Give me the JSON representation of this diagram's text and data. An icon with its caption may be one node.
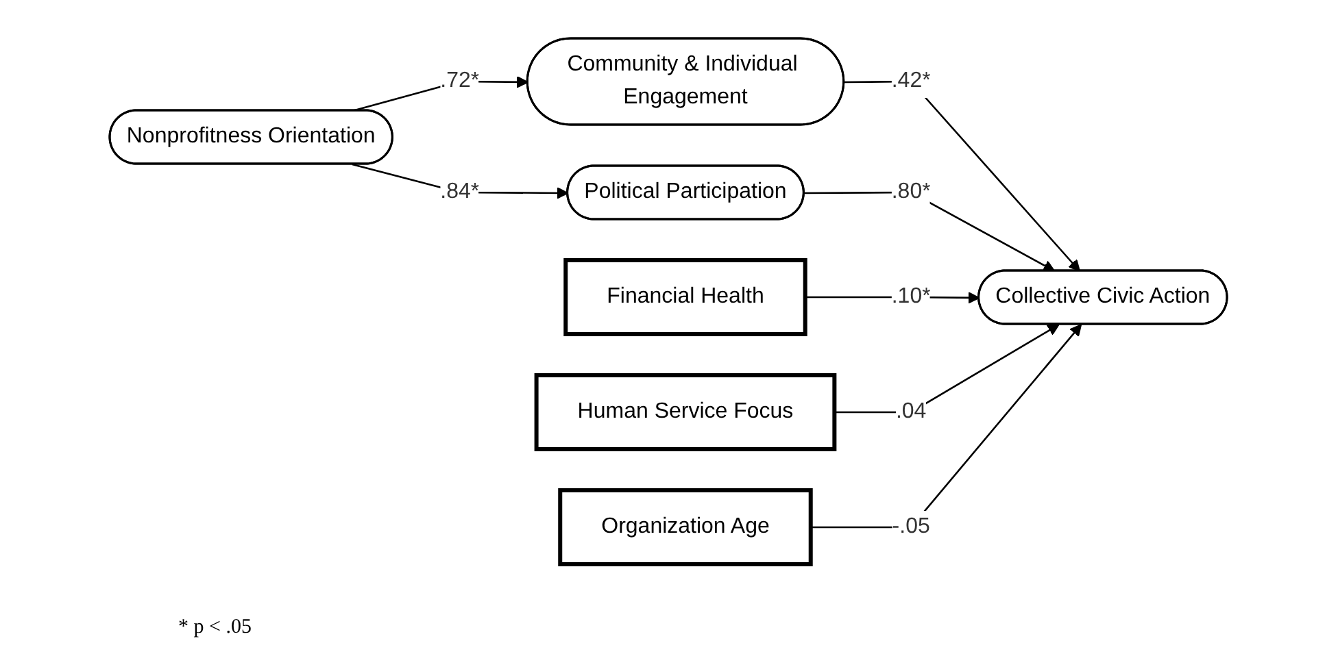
{
  "diagram": {
    "nodes": [
      {
        "text": [
          "Nonprofitness Orientation"
        ]
      },
      {
        "text": [
          "Community & Individual Engagement"
        ]
      },
      {
        "text": [
          "Political Participation"
        ]
      },
      {
        "text": [
          "Financial Health"
        ]
      },
      {
        "text": [
          "Human Service Focus"
        ]
      },
      {
        "text": [
          "Collective Civic Action"
        ]
      },
      {
        "text": [
          "Organization Age"
        ]
      }
    ],
    "edges": [
      {
        "from": 0,
        "to": 1,
        "arrow": "to",
        "label": ".72*"
      },
      {
        "from": 0,
        "to": 2,
        "arrow": "to",
        "label": ".84*"
      },
      {
        "from": 1,
        "to": 5,
        "arrow": "to",
        "label": ".42*"
      },
      {
        "from": 2,
        "to": 5,
        "arrow": "to",
        "label": ".80*"
      },
      {
        "from": 3,
        "to": 5,
        "arrow": "to",
        "label": ".10*"
      },
      {
        "from": 4,
        "to": 5,
        "arrow": "to",
        "label": ".04"
      },
      {
        "from": 6,
        "to": 5,
        "arrow": "to",
        "label": "-.05"
      }
    ],
    "labels": [
      "* p < .05"
    ]
  }
}
